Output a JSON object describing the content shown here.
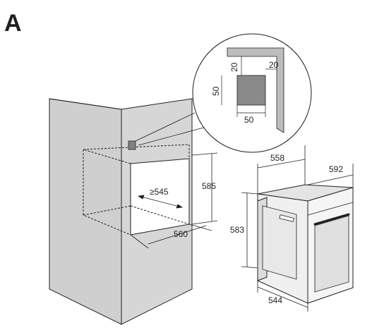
{
  "figure_letter": "A",
  "detail_dims": {
    "top_gap": "20",
    "side_gap": "20",
    "vent_height": "50",
    "vent_width": "50"
  },
  "cabinet_dims": {
    "height": "585",
    "depth": "≥545",
    "width": "560"
  },
  "oven_dims": {
    "depth": "558",
    "width": "592",
    "height": "583",
    "front_depth": "544"
  },
  "colors": {
    "line": "#231f20",
    "cabinet_fill": "#d4d4d4",
    "cabinet_dark": "#bfbfbf",
    "oven_fill": "#e9e9e9",
    "vent_fill": "#7f7f7f"
  }
}
